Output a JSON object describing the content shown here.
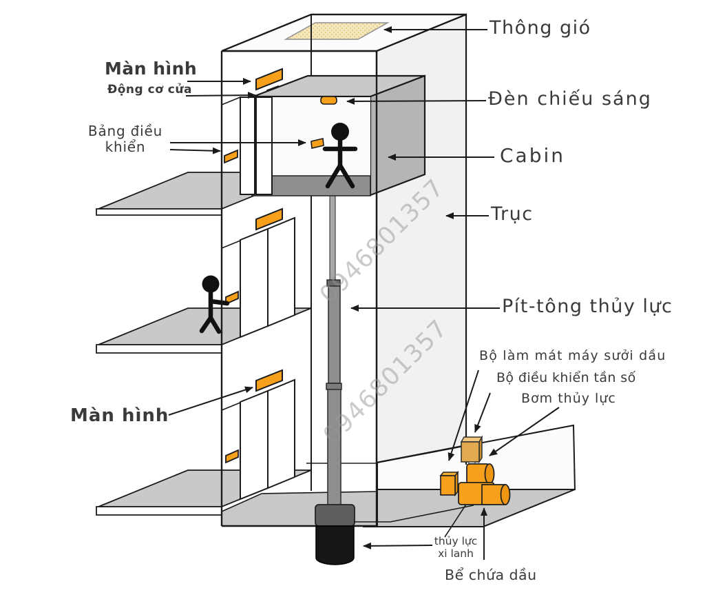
{
  "labels": {
    "thong_gio": "Thông gió",
    "man_hinh_top": "Màn hình",
    "dong_co_cua": "Động cơ cửa",
    "bang_dieu_khien_line1": "Bảng điều",
    "bang_dieu_khien_line2": "khiển",
    "den_chieu_sang": "Đèn chiếu sáng",
    "cabin": "Cabin",
    "truc": "Trục",
    "pit_tong": "Pít-tông thủy lực",
    "bo_lam_mat": "Bộ làm mát máy sưởi dầu",
    "bo_dieu_khien_tan_so": "Bộ điều khiển tần số",
    "bom_thuy_luc": "Bơm thủy lực",
    "man_hinh_bottom": "Màn hình",
    "thuy_luc_line1": "thủy lực",
    "thuy_luc_line2": "xi lanh",
    "be_chua_dau": "Bể chứa dầu"
  },
  "watermark": {
    "text": "0946801357"
  },
  "colors": {
    "accent_orange": "#F7A01B",
    "orange_dark": "#EE9612",
    "cooler_tan": "#E2A94E",
    "vent_yellow": "#F5E8BC",
    "label_text": "#3A3A3A",
    "watermark_gray": "#969696"
  }
}
